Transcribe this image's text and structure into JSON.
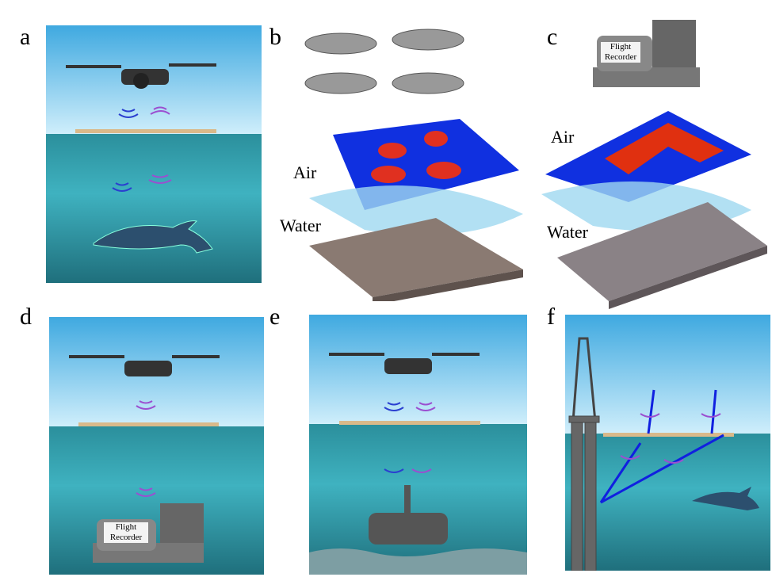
{
  "panels": [
    "a",
    "b",
    "c",
    "d",
    "e",
    "f"
  ],
  "layers": {
    "air": "Air",
    "water": "Water"
  },
  "recorder": {
    "line1": "Flight",
    "line2": "Recorder"
  },
  "colors": {
    "sky": "#3fa9e0",
    "sea": "#2b8f9c",
    "signal_blue": "#2a3fd0",
    "signal_purple": "#9b4fd0",
    "arrow": "#1020e0",
    "slab": "#8a7a72"
  }
}
